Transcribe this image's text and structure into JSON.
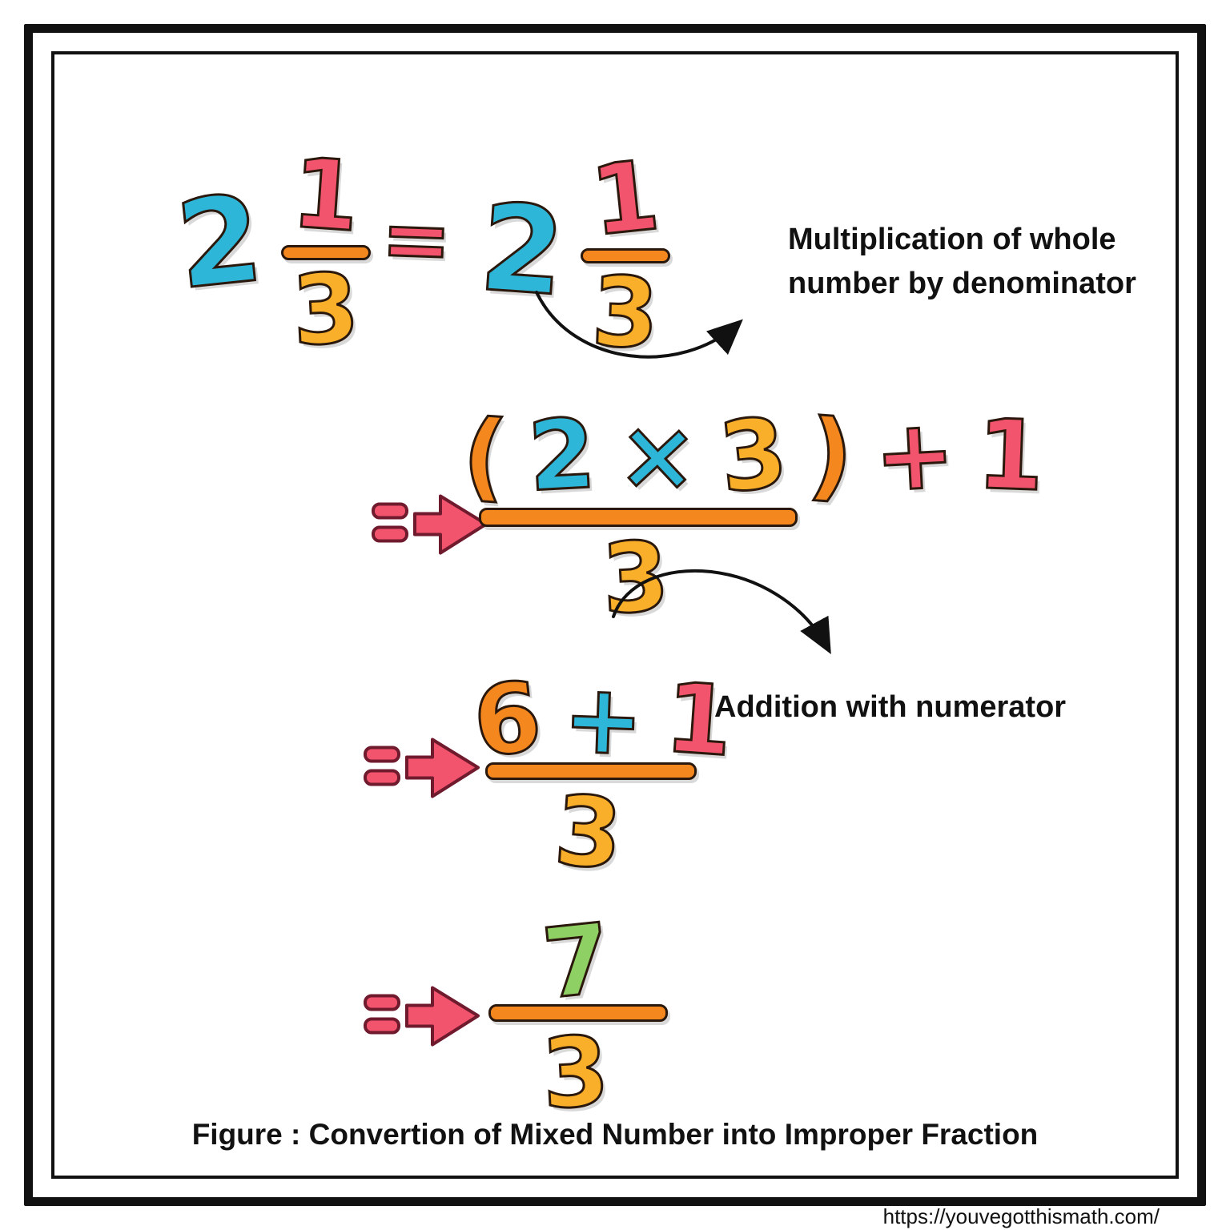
{
  "colors": {
    "cyan": "#2eb6d9",
    "red": "#f2536d",
    "orange": "#f5871f",
    "yellow": "#f9af29",
    "green": "#8fd065",
    "ink": "#111111"
  },
  "equation": {
    "lhs": {
      "whole": "2",
      "numerator": "1",
      "denominator": "3"
    },
    "equals": "=",
    "rhs": {
      "whole": "2",
      "numerator": "1",
      "denominator": "3"
    }
  },
  "annotations": {
    "multiplication": "Multiplication of whole number by denominator",
    "addition": "Addition with numerator"
  },
  "steps": [
    {
      "numerator_parts": [
        "(",
        "2",
        "×",
        "3",
        ")",
        "+",
        "1"
      ],
      "denominator": "3"
    },
    {
      "numerator_parts": [
        "6",
        "+",
        "1"
      ],
      "denominator": "3"
    },
    {
      "numerator_parts": [
        "7"
      ],
      "denominator": "3"
    }
  ],
  "caption": "Figure : Convertion of Mixed Number into Improper Fraction",
  "url": "https://youvegotthismath.com/"
}
